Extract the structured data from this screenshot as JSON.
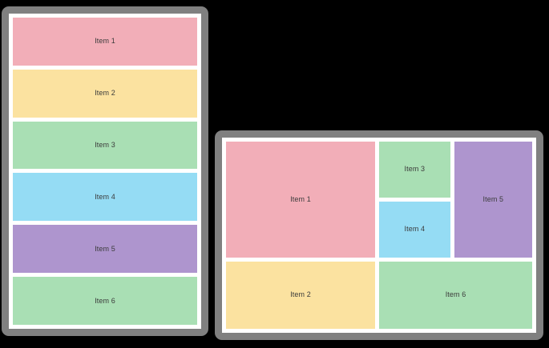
{
  "page": {
    "background_color": "#000000",
    "frame_color": "#808080",
    "screen_color": "#ffffff",
    "label_text_color": "#3b3b3b"
  },
  "palette": {
    "pink": "#f2aeb8",
    "yellow": "#fbe2a0",
    "green": "#a9dfb4",
    "blue": "#95dcf4",
    "purple": "#ae95ce"
  },
  "mobile_panel": {
    "items": [
      {
        "label": "Item 1",
        "color": "#f2aeb8"
      },
      {
        "label": "Item 2",
        "color": "#fbe2a0"
      },
      {
        "label": "Item 3",
        "color": "#a9dfb4"
      },
      {
        "label": "Item 4",
        "color": "#95dcf4"
      },
      {
        "label": "Item 5",
        "color": "#ae95ce"
      },
      {
        "label": "Item 6",
        "color": "#a9dfb4"
      }
    ]
  },
  "desktop_panel": {
    "items": [
      {
        "label": "Item 1",
        "color": "#f2aeb8"
      },
      {
        "label": "Item 3",
        "color": "#a9dfb4"
      },
      {
        "label": "Item 5",
        "color": "#ae95ce"
      },
      {
        "label": "Item 4",
        "color": "#95dcf4"
      },
      {
        "label": "Item 2",
        "color": "#fbe2a0"
      },
      {
        "label": "Item 6",
        "color": "#a9dfb4"
      }
    ]
  }
}
